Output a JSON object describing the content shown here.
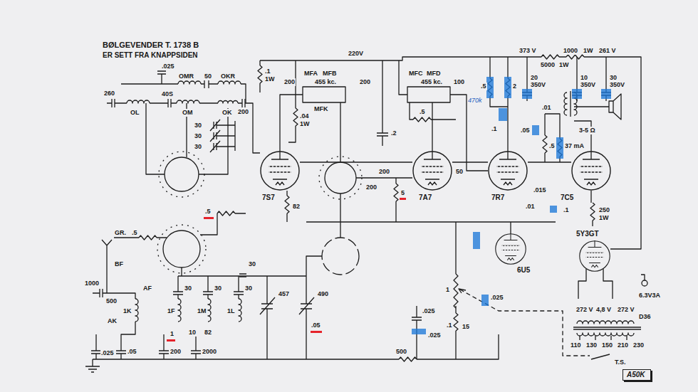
{
  "diagram": {
    "nodes": [
      {
        "text": [
          "7S7"
        ]
      },
      {
        "text": [
          "7A7"
        ]
      },
      {
        "text": [
          "7R7"
        ]
      },
      {
        "text": [
          "7C5"
        ]
      },
      {
        "text": [
          "6U5"
        ]
      },
      {
        "text": [
          "5Y3GT"
        ]
      },
      {
        "text": [
          "A50K"
        ]
      }
    ],
    "edges": [
      {
        "from": 0,
        "to": 1,
        "arrow": "none"
      },
      {
        "from": 1,
        "to": 2,
        "arrow": "none"
      },
      {
        "from": 2,
        "to": 3,
        "arrow": "none"
      }
    ],
    "labels": [
      "BØLGEVENDER T. 1738 B",
      "ER SETT FRA KNAPPSIDEN",
      ".025",
      ".1",
      "1W",
      "220V",
      "OMR",
      "50",
      "OKR",
      "260",
      "40S",
      "OL",
      "OM",
      "OK",
      "200",
      "30",
      "30",
      "30",
      "MFA",
      "MFB",
      "200",
      "455 kc.",
      "200",
      "MFK",
      ".04",
      "1W",
      ".2",
      "MFC",
      "MFD",
      "455 kc.",
      "100",
      ".5",
      "200",
      "200",
      "50",
      "82",
      "5",
      "373 V",
      "1000",
      "1W",
      "261 V",
      "5000",
      "1W",
      "20",
      "350V",
      "10",
      "350V",
      "30",
      "350V",
      ".5",
      "2",
      "470k",
      ".01",
      "3-5 Ω",
      ".1",
      ".05",
      ".5",
      "37 mA",
      "250",
      "1W",
      ".015",
      ".01",
      ".1",
      "GR.",
      ".5",
      ".5",
      "30",
      "BF",
      "1000",
      "500",
      "AK",
      "1K",
      "AF",
      "30",
      "1F",
      "30",
      "1M",
      "30",
      "1L",
      "457",
      "490",
      ".05",
      "1",
      "10",
      "82",
      ".025",
      ".05",
      "200",
      "2000",
      "500",
      "1",
      ".025",
      "15",
      ".025",
      ".1",
      ".025",
      "272 V",
      "4,8 V",
      "272 V",
      "6.3V3A",
      "D36",
      "110",
      "130",
      "150",
      "210",
      "230",
      "T.S."
    ]
  }
}
